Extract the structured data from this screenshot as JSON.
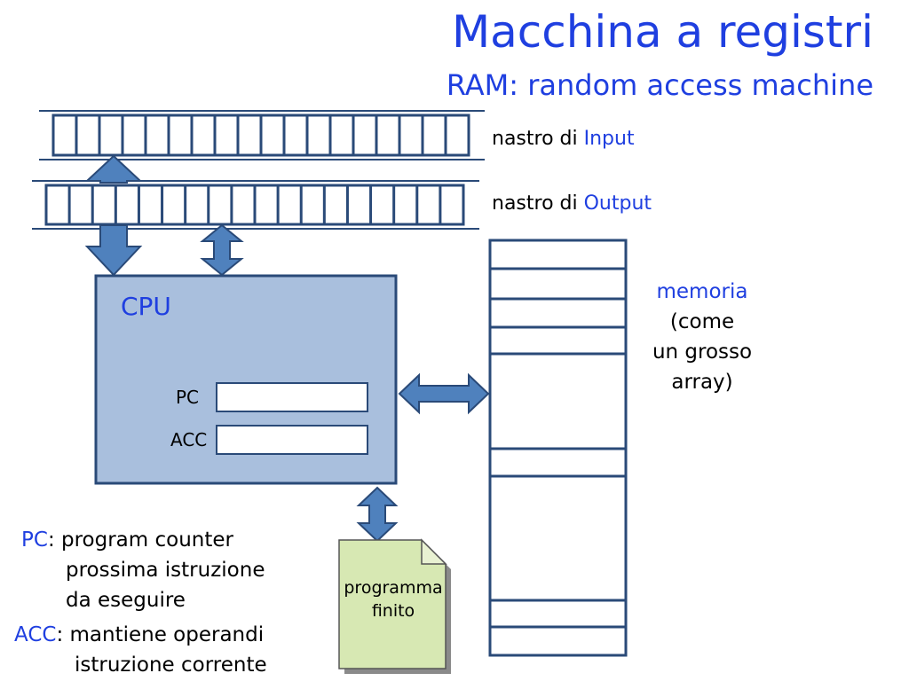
{
  "header": {
    "title": "Macchina a registri",
    "subtitle": "RAM: random access machine"
  },
  "tapes": {
    "input_prefix": "nastro di ",
    "input_name": "Input",
    "output_prefix": "nastro di ",
    "output_name": "Output"
  },
  "cpu": {
    "label": "CPU",
    "pc_label": "PC",
    "acc_label": "ACC"
  },
  "memory": {
    "name": "memoria",
    "line1": "(come",
    "line2": "un grosso",
    "line3": "array)"
  },
  "program": {
    "line1": "programma",
    "line2": "finito"
  },
  "notes": {
    "pc_term": "PC",
    "pc_def": ": program counter",
    "pc_line2": "prossima istruzione",
    "pc_line3": "da eseguire",
    "acc_term": "ACC",
    "acc_def": ": mantiene operandi",
    "acc_line2": "istruzione corrente"
  },
  "colors": {
    "accent_text": "#1f3fe0",
    "tape_stroke": "#2a4a78",
    "arrow_fill": "#4f81bd",
    "cpu_fill": "#a9bfdd",
    "program_fill": "#d7e8b3"
  }
}
